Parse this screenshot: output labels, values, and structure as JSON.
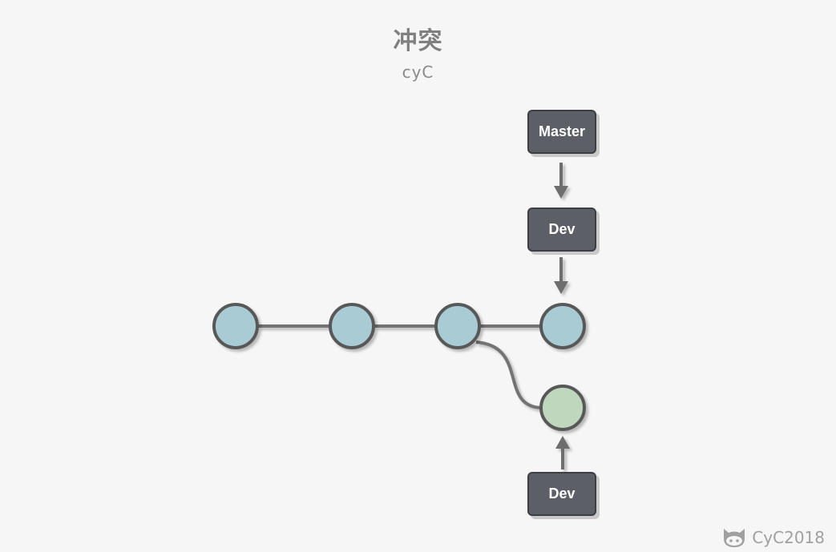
{
  "header": {
    "title": "冲突",
    "subtitle": "cyC"
  },
  "labels": {
    "master": "Master",
    "dev_top": "Dev",
    "dev_bottom": "Dev"
  },
  "watermark": {
    "text": "CyC2018",
    "icon": "octocat-icon"
  },
  "colors": {
    "background": "#f6f6f6",
    "commit_main": "#a9ccd4",
    "commit_branch": "#bfd7bd",
    "stroke": "#5a5a5a",
    "label_fill": "#5d5f66"
  }
}
